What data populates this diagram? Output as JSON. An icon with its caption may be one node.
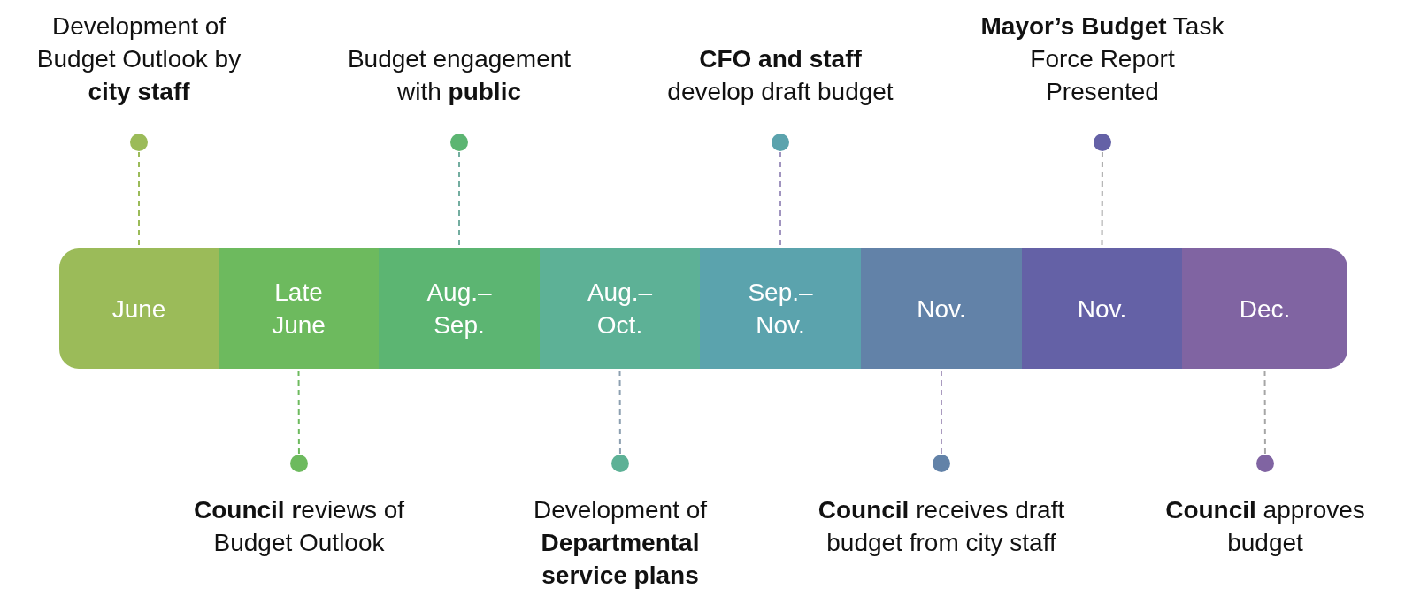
{
  "diagram": {
    "nodes": [
      {
        "text": [
          "Development of Budget Outlook by **city staff**"
        ]
      },
      {
        "text": [
          "Budget engagement with **public**"
        ]
      },
      {
        "text": [
          "**CFO and staff** develop draft budget"
        ]
      },
      {
        "text": [
          "**Mayor’s Budget** Task Force Report Presented"
        ]
      },
      {
        "text": [
          "June"
        ]
      },
      {
        "text": [
          "Late June"
        ]
      },
      {
        "text": [
          "Aug.– Sep."
        ]
      },
      {
        "text": [
          "Aug.– Oct."
        ]
      },
      {
        "text": [
          "Sep.– Nov."
        ]
      },
      {
        "text": [
          "Nov."
        ]
      },
      {
        "text": [
          "Nov."
        ]
      },
      {
        "text": [
          "Dec."
        ]
      },
      {
        "text": [
          "**Council r**eviews of Budget Outlook"
        ]
      },
      {
        "text": [
          "Development of **Departmental service plans**"
        ]
      },
      {
        "text": [
          "**Council** receives draft budget from city staff"
        ]
      },
      {
        "text": [
          "**Council** approves budget"
        ]
      }
    ],
    "edges": [
      {
        "from": 0,
        "to": 4,
        "arrow": "other",
        "style": "dashed",
        "color": "#9bbb59"
      },
      {
        "from": 12,
        "to": 5,
        "arrow": "other",
        "style": "dashed",
        "color": "#6dba5e"
      },
      {
        "from": 1,
        "to": 6,
        "arrow": "other",
        "style": "dashed",
        "color": "#73ada0"
      },
      {
        "from": 13,
        "to": 7,
        "arrow": "other",
        "style": "dashed",
        "color": "#8c9fb0"
      },
      {
        "from": 2,
        "to": 8,
        "arrow": "other",
        "style": "dashed",
        "color": "#a094bf"
      },
      {
        "from": 14,
        "to": 9,
        "arrow": "other",
        "style": "dashed",
        "color": "#a99abf"
      },
      {
        "from": 3,
        "to": 10,
        "arrow": "other",
        "style": "dashed",
        "color": "#a6a6a6"
      },
      {
        "from": 15,
        "to": 11,
        "arrow": "other",
        "style": "dashed",
        "color": "#a6a6a6"
      }
    ]
  }
}
